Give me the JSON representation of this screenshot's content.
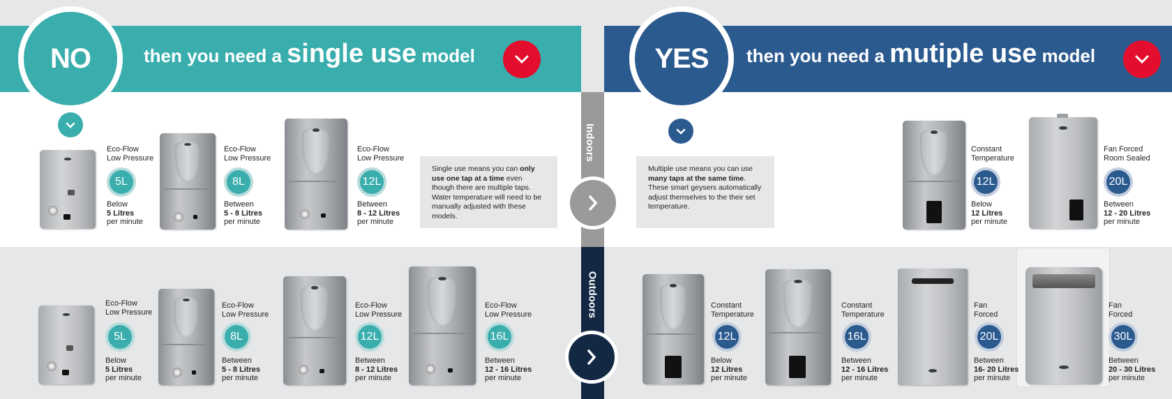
{
  "header_left": {
    "answer": "NO",
    "text_pre": "then you need a",
    "text_big": "single use",
    "text_post": "model"
  },
  "header_right": {
    "answer": "YES",
    "text_pre": "then you need a",
    "text_big": "mutiple use",
    "text_post": "model"
  },
  "rows": {
    "indoors": "Indoors",
    "outdoors": "Outdoors"
  },
  "info_single": {
    "p1": "Single use means you can ",
    "b1": "only use one tap at a time",
    "p2": " even though there are multiple taps. Water temperature will need to be manually adjusted with these models."
  },
  "info_multiple": {
    "p1": "Multiple use means you can use ",
    "b1": "many taps at the same time",
    "p2": ". These smart geysers automatically adjust themselves to the their set temperature."
  },
  "products": [
    {
      "type1": "Eco-Flow",
      "type2": "Low Pressure",
      "cap": "5L",
      "range_pre": "Below",
      "range": "5 Litres",
      "unit": "per minute"
    },
    {
      "type1": "Eco-Flow",
      "type2": "Low Pressure",
      "cap": "8L",
      "range_pre": "Between",
      "range": "5 - 8 Litres",
      "unit": "per minute"
    },
    {
      "type1": "Eco-Flow",
      "type2": "Low Pressure",
      "cap": "12L",
      "range_pre": "Between",
      "range": "8 - 12 Litres",
      "unit": "per minute"
    },
    {
      "type1": "Constant",
      "type2": "Temperature",
      "cap": "12L",
      "range_pre": "Below",
      "range": "12 Litres",
      "unit": "per minute"
    },
    {
      "type1": "Fan Forced",
      "type2": "Room Sealed",
      "cap": "20L",
      "range_pre": "Between",
      "range": "12 - 20 Litres",
      "unit": "per minute"
    },
    {
      "type1": "Eco-Flow",
      "type2": "Low Pressure",
      "cap": "5L",
      "range_pre": "Below",
      "range": "5 Litres",
      "unit": "per minute"
    },
    {
      "type1": "Eco-Flow",
      "type2": "Low Pressure",
      "cap": "8L",
      "range_pre": "Between",
      "range": "5 - 8 Litres",
      "unit": "per minute"
    },
    {
      "type1": "Eco-Flow",
      "type2": "Low Pressure",
      "cap": "12L",
      "range_pre": "Between",
      "range": "8 - 12 Litres",
      "unit": "per minute"
    },
    {
      "type1": "Eco-Flow",
      "type2": "Low Pressure",
      "cap": "16L",
      "range_pre": "Between",
      "range": "12 - 16 Litres",
      "unit": "per minute"
    },
    {
      "type1": "Constant",
      "type2": "Temperature",
      "cap": "12L",
      "range_pre": "Below",
      "range": "12 Litres",
      "unit": "per minute"
    },
    {
      "type1": "Constant",
      "type2": "Temperature",
      "cap": "16L",
      "range_pre": "Between",
      "range": "12 - 16 Litres",
      "unit": "per minute"
    },
    {
      "type1": "Fan",
      "type2": "Forced",
      "cap": "20L",
      "range_pre": "Between",
      "range": "16- 20 Litres",
      "unit": "per minute"
    },
    {
      "type1": "Fan",
      "type2": "Forced",
      "cap": "30L",
      "range_pre": "Between",
      "range": "20 - 30 Litres",
      "unit": "per minute"
    }
  ],
  "colors": {
    "teal": "#3aadad",
    "blue": "#2b5a8f",
    "red": "#e30d2d",
    "navy": "#122843",
    "grey": "#9a9a9a"
  },
  "icons": {
    "expand": "chevron-down-icon",
    "next": "chevron-right-icon"
  }
}
